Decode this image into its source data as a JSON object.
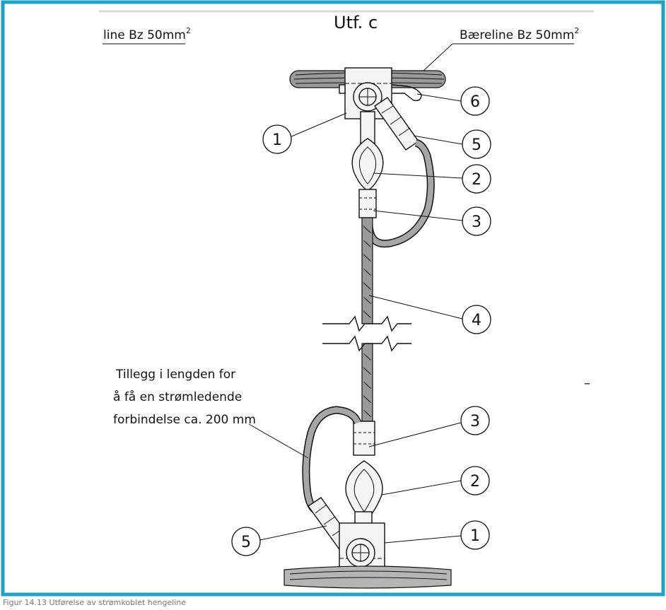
{
  "title": "Utf. c",
  "left_label": {
    "text": "line Bz 50mm",
    "sup": "2"
  },
  "right_label": {
    "text": "Bæreline Bz 50mm",
    "sup": "2"
  },
  "note": {
    "line1": "Tillegg i lengden for",
    "line2": "å få en strømledende",
    "line3": "forbindelse ca. 200 mm"
  },
  "callouts": [
    {
      "num": "6",
      "part": "top"
    },
    {
      "num": "1",
      "part": "top"
    },
    {
      "num": "5",
      "part": "top"
    },
    {
      "num": "2",
      "part": "top"
    },
    {
      "num": "3",
      "part": "top"
    },
    {
      "num": "4",
      "part": "middle"
    },
    {
      "num": "3",
      "part": "bottom"
    },
    {
      "num": "2",
      "part": "bottom"
    },
    {
      "num": "1",
      "part": "bottom"
    },
    {
      "num": "5",
      "part": "bottom"
    }
  ],
  "side_mark": "–",
  "caption": "Figur 14.13 Utførelse av strømkoblet hengeline",
  "colors": {
    "border": "#1fa3c4",
    "line": "#111111",
    "rope": "#9a9a9a"
  }
}
